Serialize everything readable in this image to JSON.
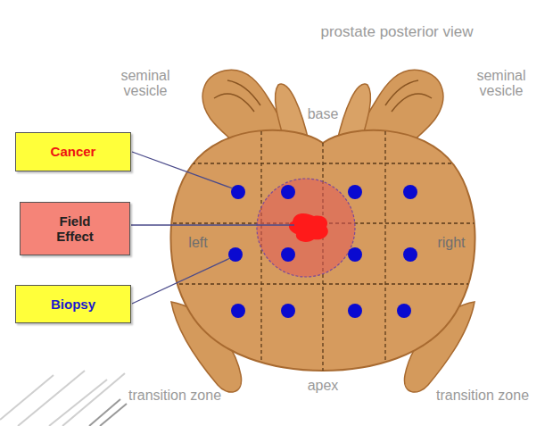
{
  "diagram": {
    "title": "prostate posterior view",
    "nodes": [
      {
        "text": [
          "Cancer"
        ]
      },
      {
        "text": [
          "Field Effect"
        ]
      },
      {
        "text": [
          "Biopsy"
        ]
      }
    ],
    "labels": [
      "seminal vesicle",
      "base",
      "seminal vesicle",
      "left",
      "right",
      "transition zone",
      "apex",
      "transition zone"
    ]
  }
}
